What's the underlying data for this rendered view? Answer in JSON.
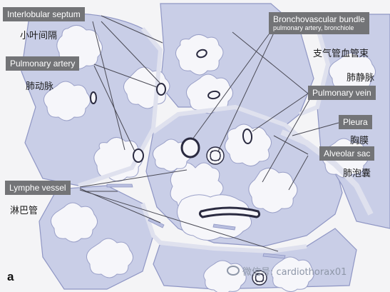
{
  "panel_letter": "a",
  "labels": {
    "interlobular_septum": {
      "en": "Interlobular septum",
      "zh": "小叶间隔"
    },
    "pulmonary_artery": {
      "en": "Pulmonary artery",
      "zh": "肺动脉"
    },
    "lymphe_vessel": {
      "en": "Lymphe vessel",
      "zh": "淋巴管"
    },
    "bronchovascular_bundle": {
      "en": "Bronchovascular bundle",
      "sub": "pulmonary artery, bronchiole",
      "zh": "支气管血管束"
    },
    "pulmonary_vein": {
      "en": "Pulmonary vein",
      "zh": "肺静脉"
    },
    "pleura": {
      "en": "Pleura",
      "zh": "胸膜"
    },
    "alveolar_sac": {
      "en": "Alveolar sac",
      "zh": "肺泡囊"
    }
  },
  "watermark": {
    "text": "微信号: cardiothorax01",
    "icon": "chat-bubble-icon"
  },
  "colors": {
    "background": "#f4f4f6",
    "tissue": "#c8cde6",
    "tissue_edge": "#8f96c4",
    "label_box": "#737477",
    "vessel_stroke": "#2a2a40",
    "leader_line": "#4a4a55"
  }
}
